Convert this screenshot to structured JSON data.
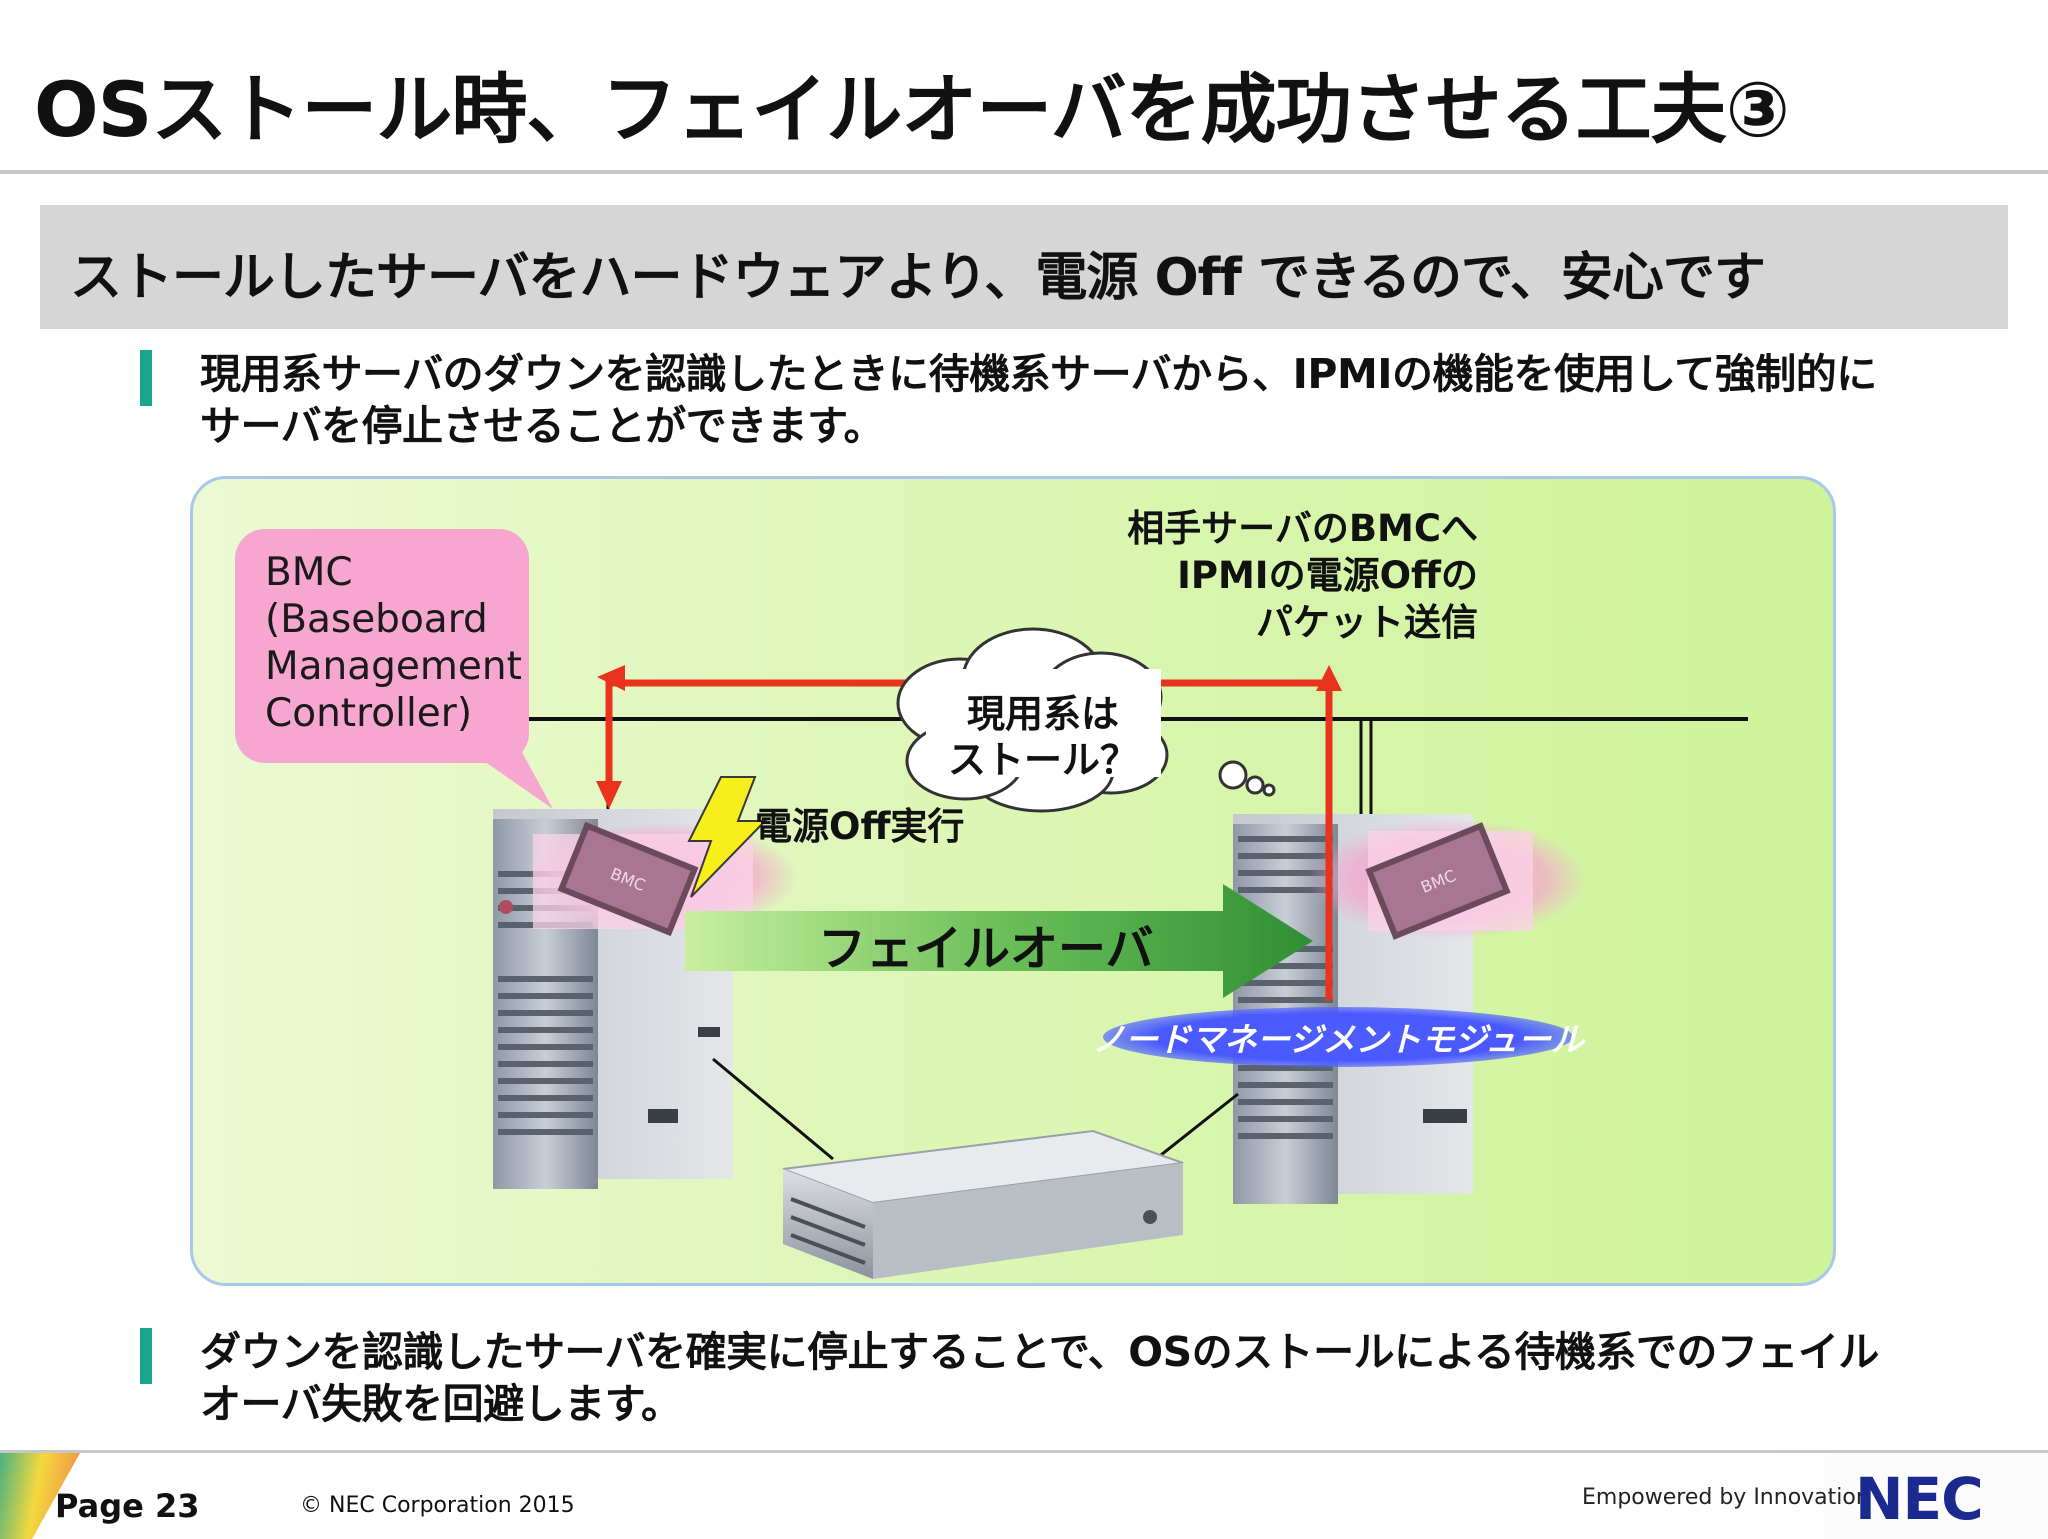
{
  "title": "OSストール時、フェイルオーバを成功させる工夫③",
  "subtitle": "ストールしたサーバをハードウェアより、電源 Off できるので、安心です",
  "bullets": [
    {
      "line1": "現用系サーバのダウンを認識したときに待機系サーバから、IPMIの機能を使用して強制的に",
      "line2": "サーバを停止させることができます。"
    },
    {
      "line1": "ダウンを認識したサーバを確実に停止することで、OSのストールによる待機系でのフェイル",
      "line2": "オーバ失敗を回避します。"
    }
  ],
  "diagram": {
    "bmc_callout": [
      "BMC",
      "(Baseboard",
      "Management",
      "Controller)"
    ],
    "ipmi_note": [
      "相手サーバのBMCへ",
      "IPMIの電源Offの",
      "パケット送信"
    ],
    "stall_cloud": [
      "現用系は",
      "ストール？"
    ],
    "power_off_label": "電源Off実行",
    "failover_label": "フェイルオーバ",
    "node_module_label": "ノードマネージメントモジュール",
    "chip_label": "BMC",
    "colors": {
      "red_line": "#e8341c",
      "callout_pink": "#f7a6cf",
      "arrow_green": "#3d9a3d",
      "node_blue": "#4a59ff"
    }
  },
  "footer": {
    "page": "Page 23",
    "copyright": "© NEC Corporation 2015",
    "tagline": "Empowered by Innovation",
    "logo": "NEC"
  }
}
